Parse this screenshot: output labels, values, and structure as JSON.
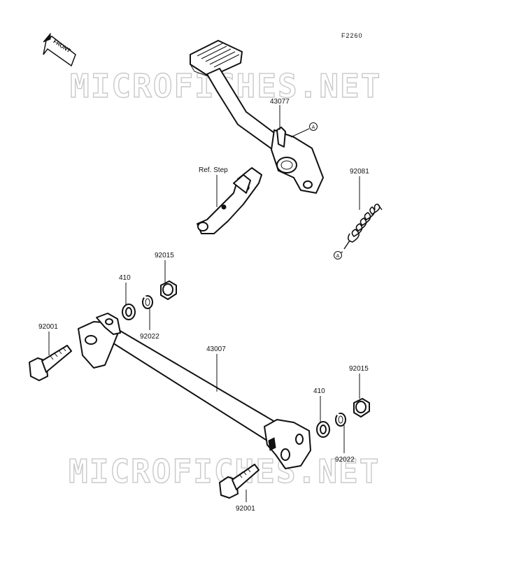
{
  "diagram": {
    "figure_code": "F2260",
    "front_label": "FRONT",
    "watermark_top": "MICROFICHES.NET",
    "watermark_bottom": "MICROFICHES.NET",
    "labels": {
      "pedal": "43077",
      "ref_step": "Ref. Step",
      "spring": "92081",
      "marker_a_top": "A",
      "marker_a_bottom": "A",
      "nut_upper": "92015",
      "washer_upper": "410",
      "lockwasher_upper": "92022",
      "bolt_left": "92001",
      "rod": "43007",
      "nut_lower": "92015",
      "washer_lower": "410",
      "lockwasher_lower": "92022",
      "bolt_bottom": "92001"
    }
  }
}
